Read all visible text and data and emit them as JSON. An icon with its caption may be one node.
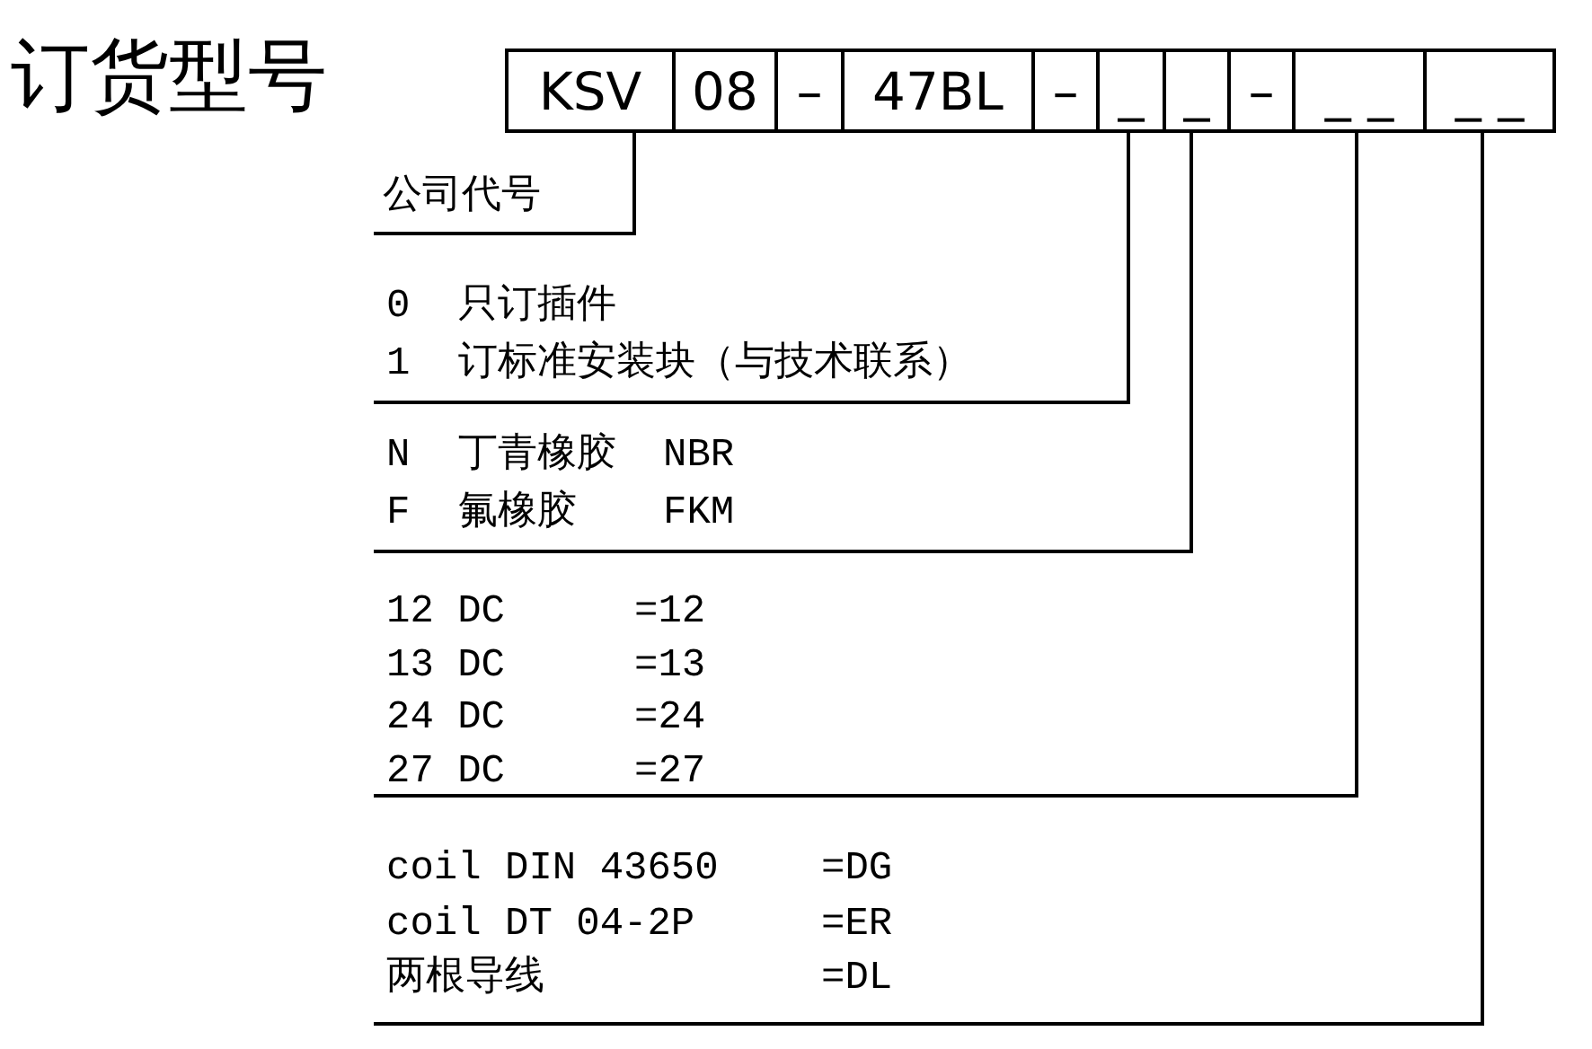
{
  "diagram": {
    "title": "订货型号",
    "nodes": [
      {
        "text": [
          "KSV"
        ]
      },
      {
        "text": [
          "08"
        ]
      },
      {
        "text": [
          "–"
        ]
      },
      {
        "text": [
          "47BL"
        ]
      },
      {
        "text": [
          "–"
        ]
      },
      {
        "text": [
          "_"
        ]
      },
      {
        "text": [
          "_"
        ]
      },
      {
        "text": [
          "–"
        ]
      },
      {
        "text": [
          "_ _"
        ]
      },
      {
        "text": [
          "_ _"
        ]
      },
      {
        "text": [
          "公司代号"
        ]
      },
      {
        "text": [
          "0",
          "只订插件",
          "1",
          "订标准安装块（与技术联系）"
        ]
      },
      {
        "text": [
          "N",
          "丁青橡胶",
          "NBR",
          "F",
          "氟橡胶",
          "FKM"
        ]
      },
      {
        "text": [
          "12 DC",
          "=12",
          "13 DC",
          "=13",
          "24 DC",
          "=24",
          "27 DC",
          "=27"
        ]
      },
      {
        "text": [
          "coil DIN 43650",
          "=DG",
          "coil DT 04-2P",
          "=ER",
          "两根导线",
          "=DL"
        ]
      }
    ],
    "edges": [
      {
        "from": 0,
        "to": 10,
        "arrow": "none"
      },
      {
        "from": 5,
        "to": 11,
        "arrow": "none"
      },
      {
        "from": 6,
        "to": 12,
        "arrow": "none"
      },
      {
        "from": 8,
        "to": 13,
        "arrow": "none"
      },
      {
        "from": 9,
        "to": 14,
        "arrow": "none"
      }
    ]
  }
}
